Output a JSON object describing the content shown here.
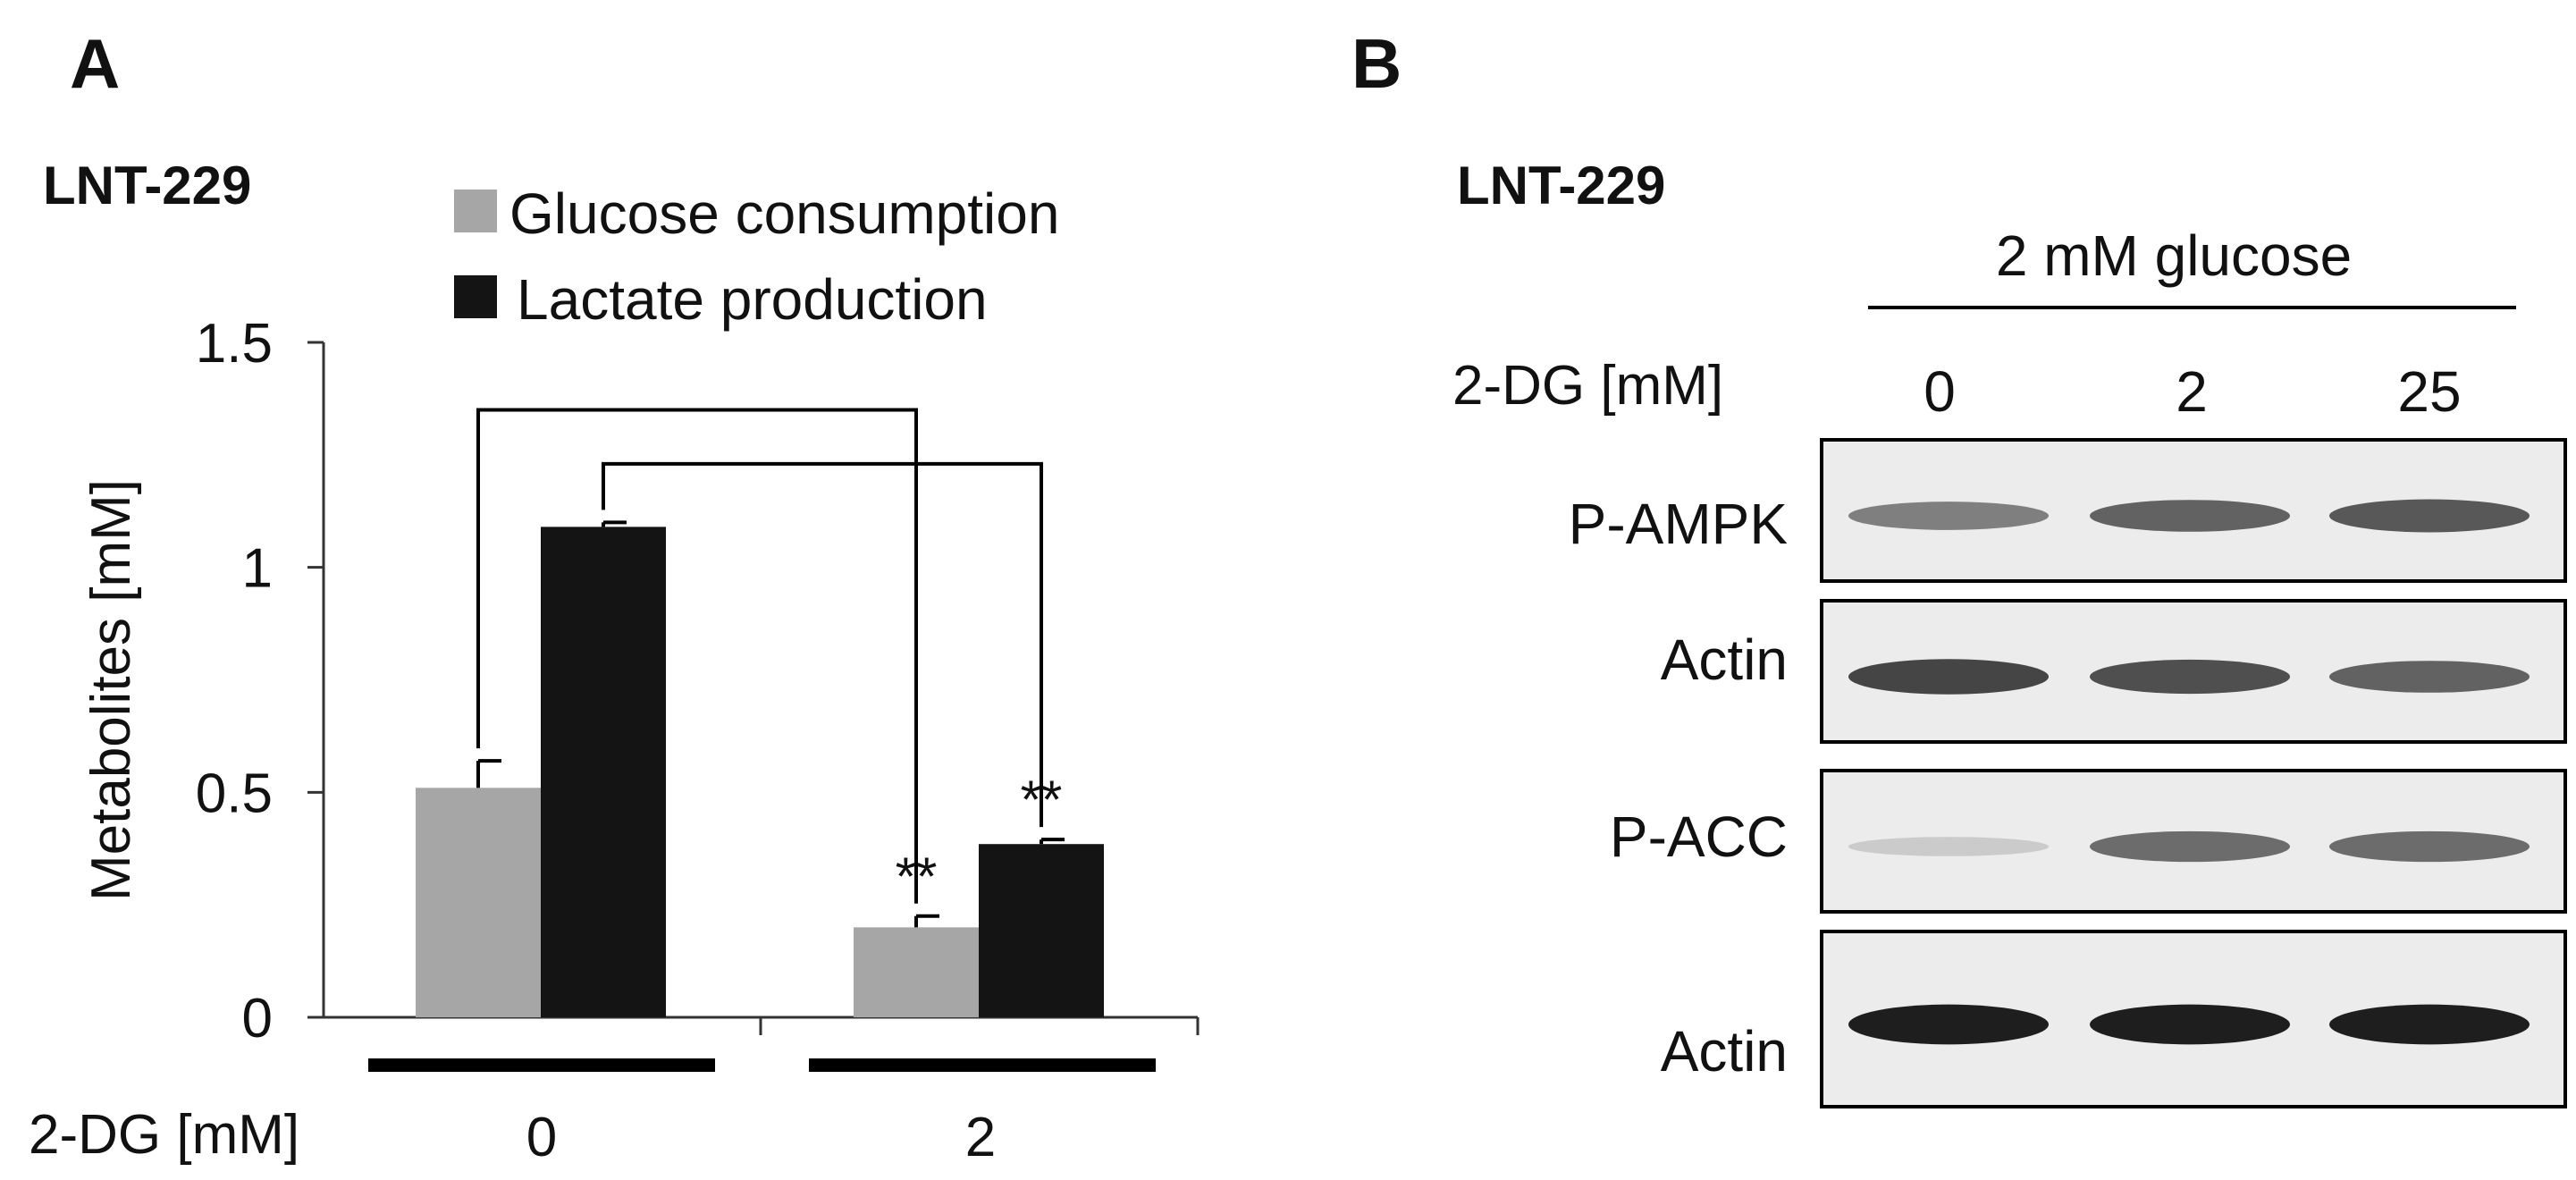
{
  "panel_a": {
    "panel_letter": "A",
    "cell_line": "LNT-229",
    "xaxis_label": "2-DG [mM]",
    "significance_labels": [
      "**",
      "**"
    ]
  },
  "panel_b": {
    "panel_letter": "B",
    "cell_line": "LNT-229",
    "condition": "2 mM glucose",
    "dose_label": "2-DG [mM]",
    "lanes": [
      "0",
      "2",
      "25"
    ],
    "blots": [
      {
        "label": "P-AMPK",
        "band_intensity": [
          0.45,
          0.6,
          0.65
        ]
      },
      {
        "label": "Actin",
        "band_intensity": [
          0.75,
          0.7,
          0.6
        ]
      },
      {
        "label": "P-ACC",
        "band_intensity": [
          0.06,
          0.55,
          0.55
        ]
      },
      {
        "label": "Actin",
        "band_intensity": [
          0.95,
          0.95,
          0.95
        ]
      }
    ]
  },
  "chart_data": {
    "type": "bar",
    "title": "LNT-229",
    "xlabel": "2-DG [mM]",
    "ylabel": "Metabolites [mM]",
    "categories": [
      "0",
      "2"
    ],
    "ylim": [
      0,
      1.5
    ],
    "yticks": [
      "0",
      "0.5",
      "1",
      "1.5"
    ],
    "legend": "top",
    "grid": false,
    "series": [
      {
        "name": "Glucose consumption",
        "color": "#a6a6a6",
        "values": [
          0.51,
          0.2
        ],
        "errors": [
          0.06,
          0.025
        ]
      },
      {
        "name": "Lactate production",
        "color": "#141414",
        "values": [
          1.09,
          0.385
        ],
        "errors": [
          0.01,
          0.01
        ]
      }
    ],
    "significance": [
      {
        "series": 0,
        "label": "**"
      },
      {
        "series": 1,
        "label": "**"
      }
    ]
  }
}
